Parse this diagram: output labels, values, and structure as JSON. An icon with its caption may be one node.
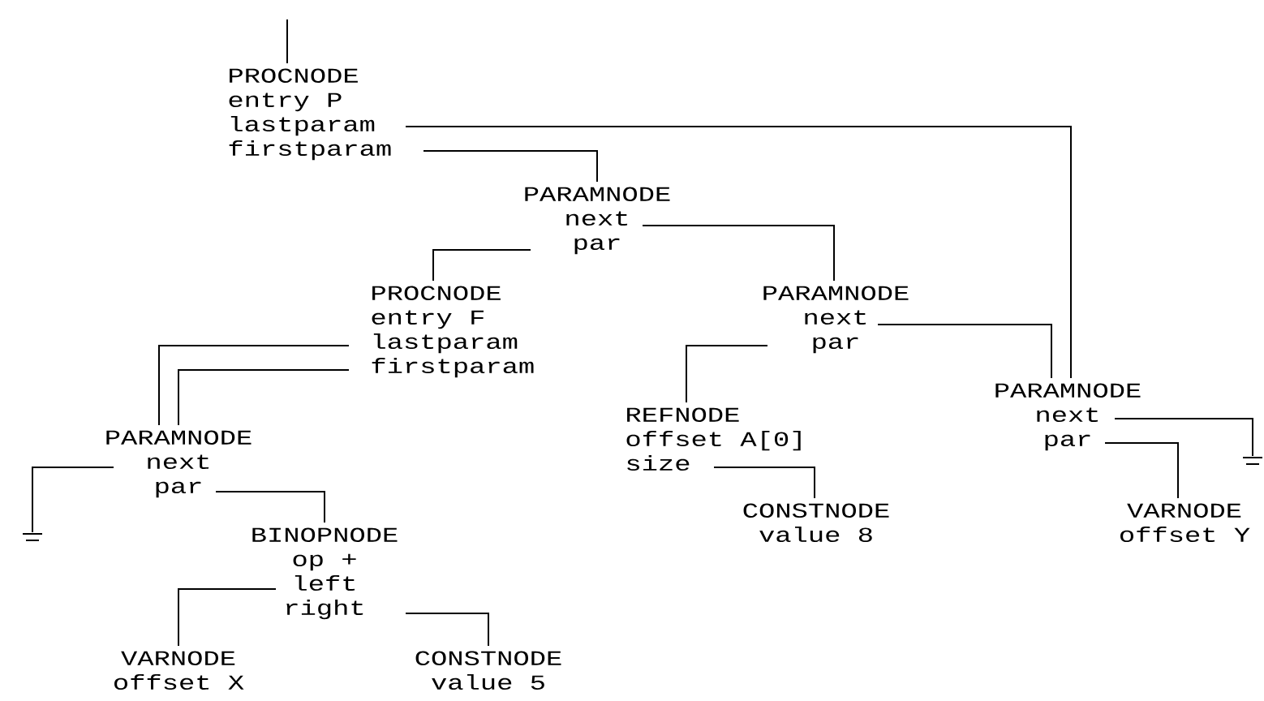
{
  "diagram": {
    "nodes": [
      {
        "text": [
          "PROCNODE",
          "entry P",
          "lastparam",
          "firstparam"
        ]
      },
      {
        "text": [
          "PARAMNODE",
          "next",
          "par"
        ]
      },
      {
        "text": [
          "PROCNODE",
          "entry F",
          "lastparam",
          "firstparam"
        ]
      },
      {
        "text": [
          "PARAMNODE",
          "next",
          "par"
        ]
      },
      {
        "text": [
          "PARAMNODE",
          "next",
          "par"
        ]
      },
      {
        "text": [],
        "shape": "ground"
      },
      {
        "text": [
          "BINOPNODE",
          "op +",
          "left",
          "right"
        ]
      },
      {
        "text": [
          "VARNODE",
          "offset X"
        ]
      },
      {
        "text": [
          "CONSTNODE",
          "value 5"
        ]
      },
      {
        "text": [
          "REFNODE",
          "offset A[0]",
          "size"
        ]
      },
      {
        "text": [
          "CONSTNODE",
          "value 8"
        ]
      },
      {
        "text": [
          "PARAMNODE",
          "next",
          "par"
        ]
      },
      {
        "text": [],
        "shape": "ground"
      },
      {
        "text": [
          "VARNODE",
          "offset Y"
        ]
      }
    ],
    "edges": [
      {
        "from": null,
        "to": 0,
        "arrow": "none"
      },
      {
        "from": 0,
        "to": 11,
        "arrow": "none"
      },
      {
        "from": 0,
        "to": 1,
        "arrow": "none"
      },
      {
        "from": 1,
        "to": 3,
        "arrow": "none"
      },
      {
        "from": 1,
        "to": 2,
        "arrow": "none"
      },
      {
        "from": 2,
        "to": 4,
        "arrow": "none"
      },
      {
        "from": 2,
        "to": 4,
        "arrow": "none"
      },
      {
        "from": 4,
        "to": 5,
        "arrow": "none"
      },
      {
        "from": 4,
        "to": 6,
        "arrow": "none"
      },
      {
        "from": 6,
        "to": 7,
        "arrow": "none"
      },
      {
        "from": 6,
        "to": 8,
        "arrow": "none"
      },
      {
        "from": 3,
        "to": 9,
        "arrow": "none"
      },
      {
        "from": 3,
        "to": 11,
        "arrow": "none"
      },
      {
        "from": 9,
        "to": 10,
        "arrow": "none"
      },
      {
        "from": 11,
        "to": 12,
        "arrow": "none"
      },
      {
        "from": 11,
        "to": 13,
        "arrow": "none"
      }
    ]
  }
}
